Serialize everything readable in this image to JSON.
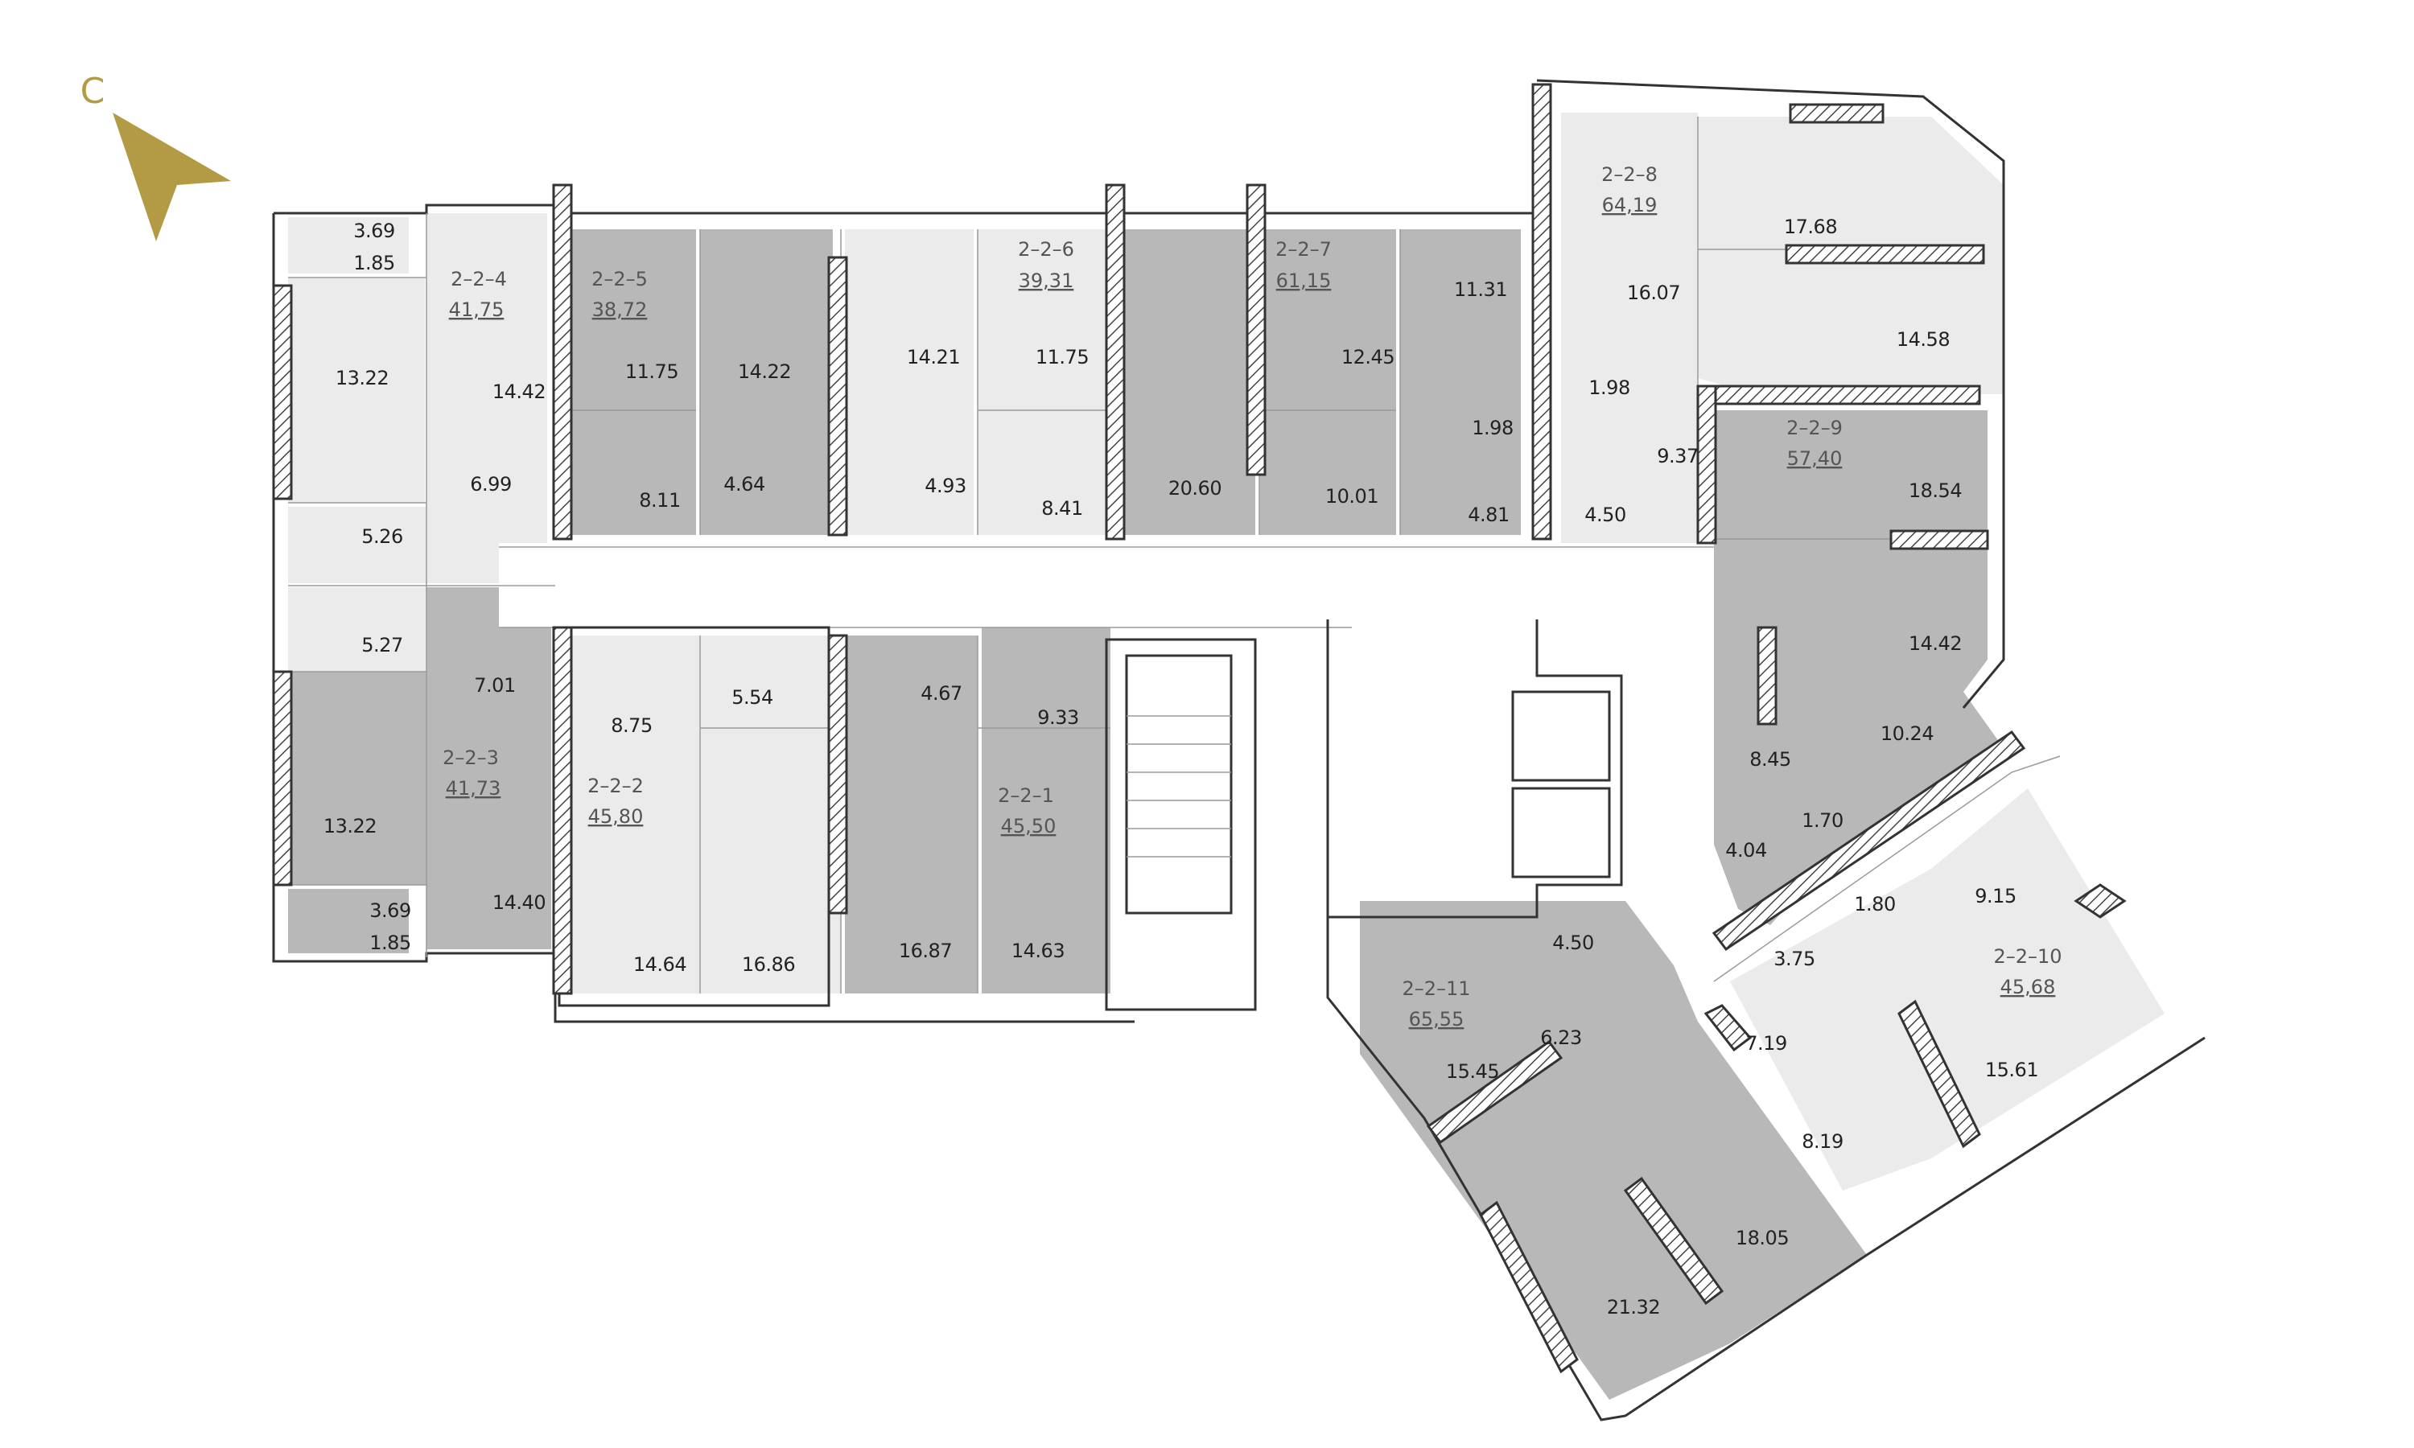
{
  "compass": {
    "label": "С",
    "color": "#b39a45"
  },
  "colors": {
    "dark": "#b8b8b8",
    "light": "#ebebeb",
    "wall": "#333333"
  },
  "apartments": [
    {
      "code": "2–2–1",
      "total": "45,50"
    },
    {
      "code": "2–2–2",
      "total": "45,80"
    },
    {
      "code": "2–2–3",
      "total": "41,73"
    },
    {
      "code": "2–2–4",
      "total": "41,75"
    },
    {
      "code": "2–2–5",
      "total": "38,72"
    },
    {
      "code": "2–2–6",
      "total": "39,31"
    },
    {
      "code": "2–2–7",
      "total": "61,15"
    },
    {
      "code": "2–2–8",
      "total": "64,19"
    },
    {
      "code": "2–2–9",
      "total": "57,40"
    },
    {
      "code": "2–2–10",
      "total": "45,68"
    },
    {
      "code": "2–2–11",
      "total": "65,55"
    }
  ],
  "room_areas": [
    "3.69",
    "1.85",
    "13.22",
    "14.42",
    "6.99",
    "5.26",
    "5.27",
    "7.01",
    "13.22",
    "14.40",
    "3.69",
    "1.85",
    "11.75",
    "14.22",
    "8.11",
    "4.64",
    "14.21",
    "4.93",
    "11.75",
    "8.41",
    "20.60",
    "12.45",
    "10.01",
    "11.31",
    "1.98",
    "4.81",
    "16.07",
    "1.98",
    "9.37",
    "4.50",
    "17.68",
    "14.58",
    "18.54",
    "14.42",
    "10.24",
    "8.45",
    "1.70",
    "4.04",
    "1.80",
    "3.75",
    "9.15",
    "15.61",
    "8.19",
    "7.19",
    "8.75",
    "5.54",
    "4.67",
    "9.33",
    "14.64",
    "16.86",
    "16.87",
    "14.63",
    "4.50",
    "6.23",
    "15.45",
    "18.05",
    "21.32"
  ]
}
